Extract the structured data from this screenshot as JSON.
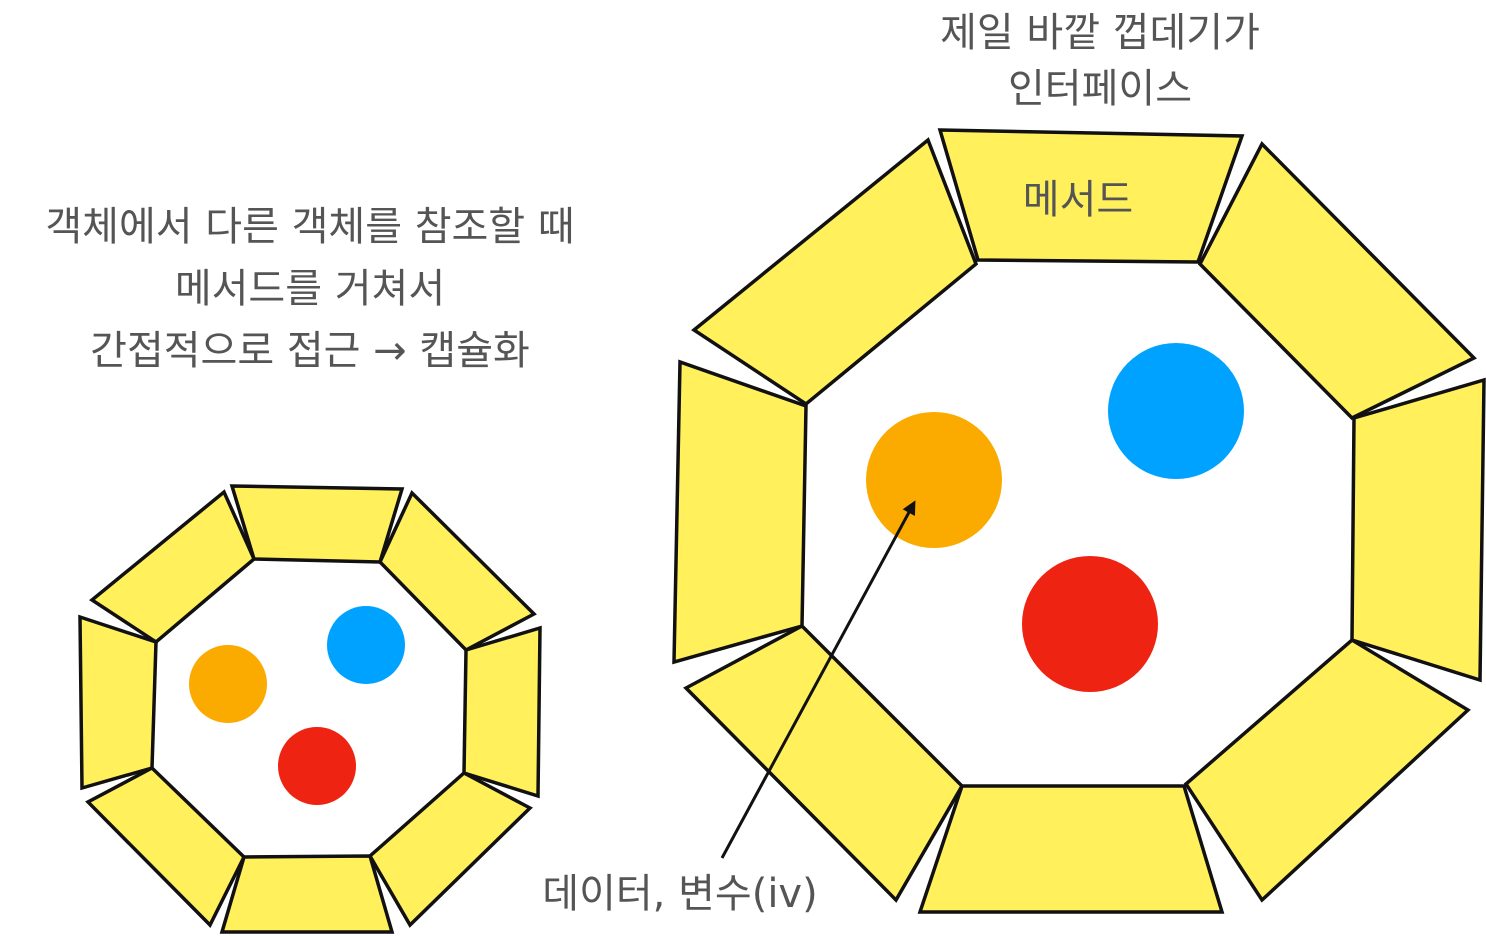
{
  "colors": {
    "segment_fill": "#fff05c",
    "outline": "#111111",
    "text": "#555555",
    "orange": "#fbaa00",
    "blue": "#00a2ff",
    "red": "#ee2311"
  },
  "caption_left": {
    "line1": "객체에서 다른 객체를 참조할 때",
    "line2": "메서드를 거쳐서",
    "line3": "간접적으로 접근 → 캡슐화"
  },
  "caption_top": {
    "line1": "제일 바깥 껍데기가",
    "line2": "인터페이스"
  },
  "label_method": "메서드",
  "label_data": "데이터, 변수(iv)"
}
